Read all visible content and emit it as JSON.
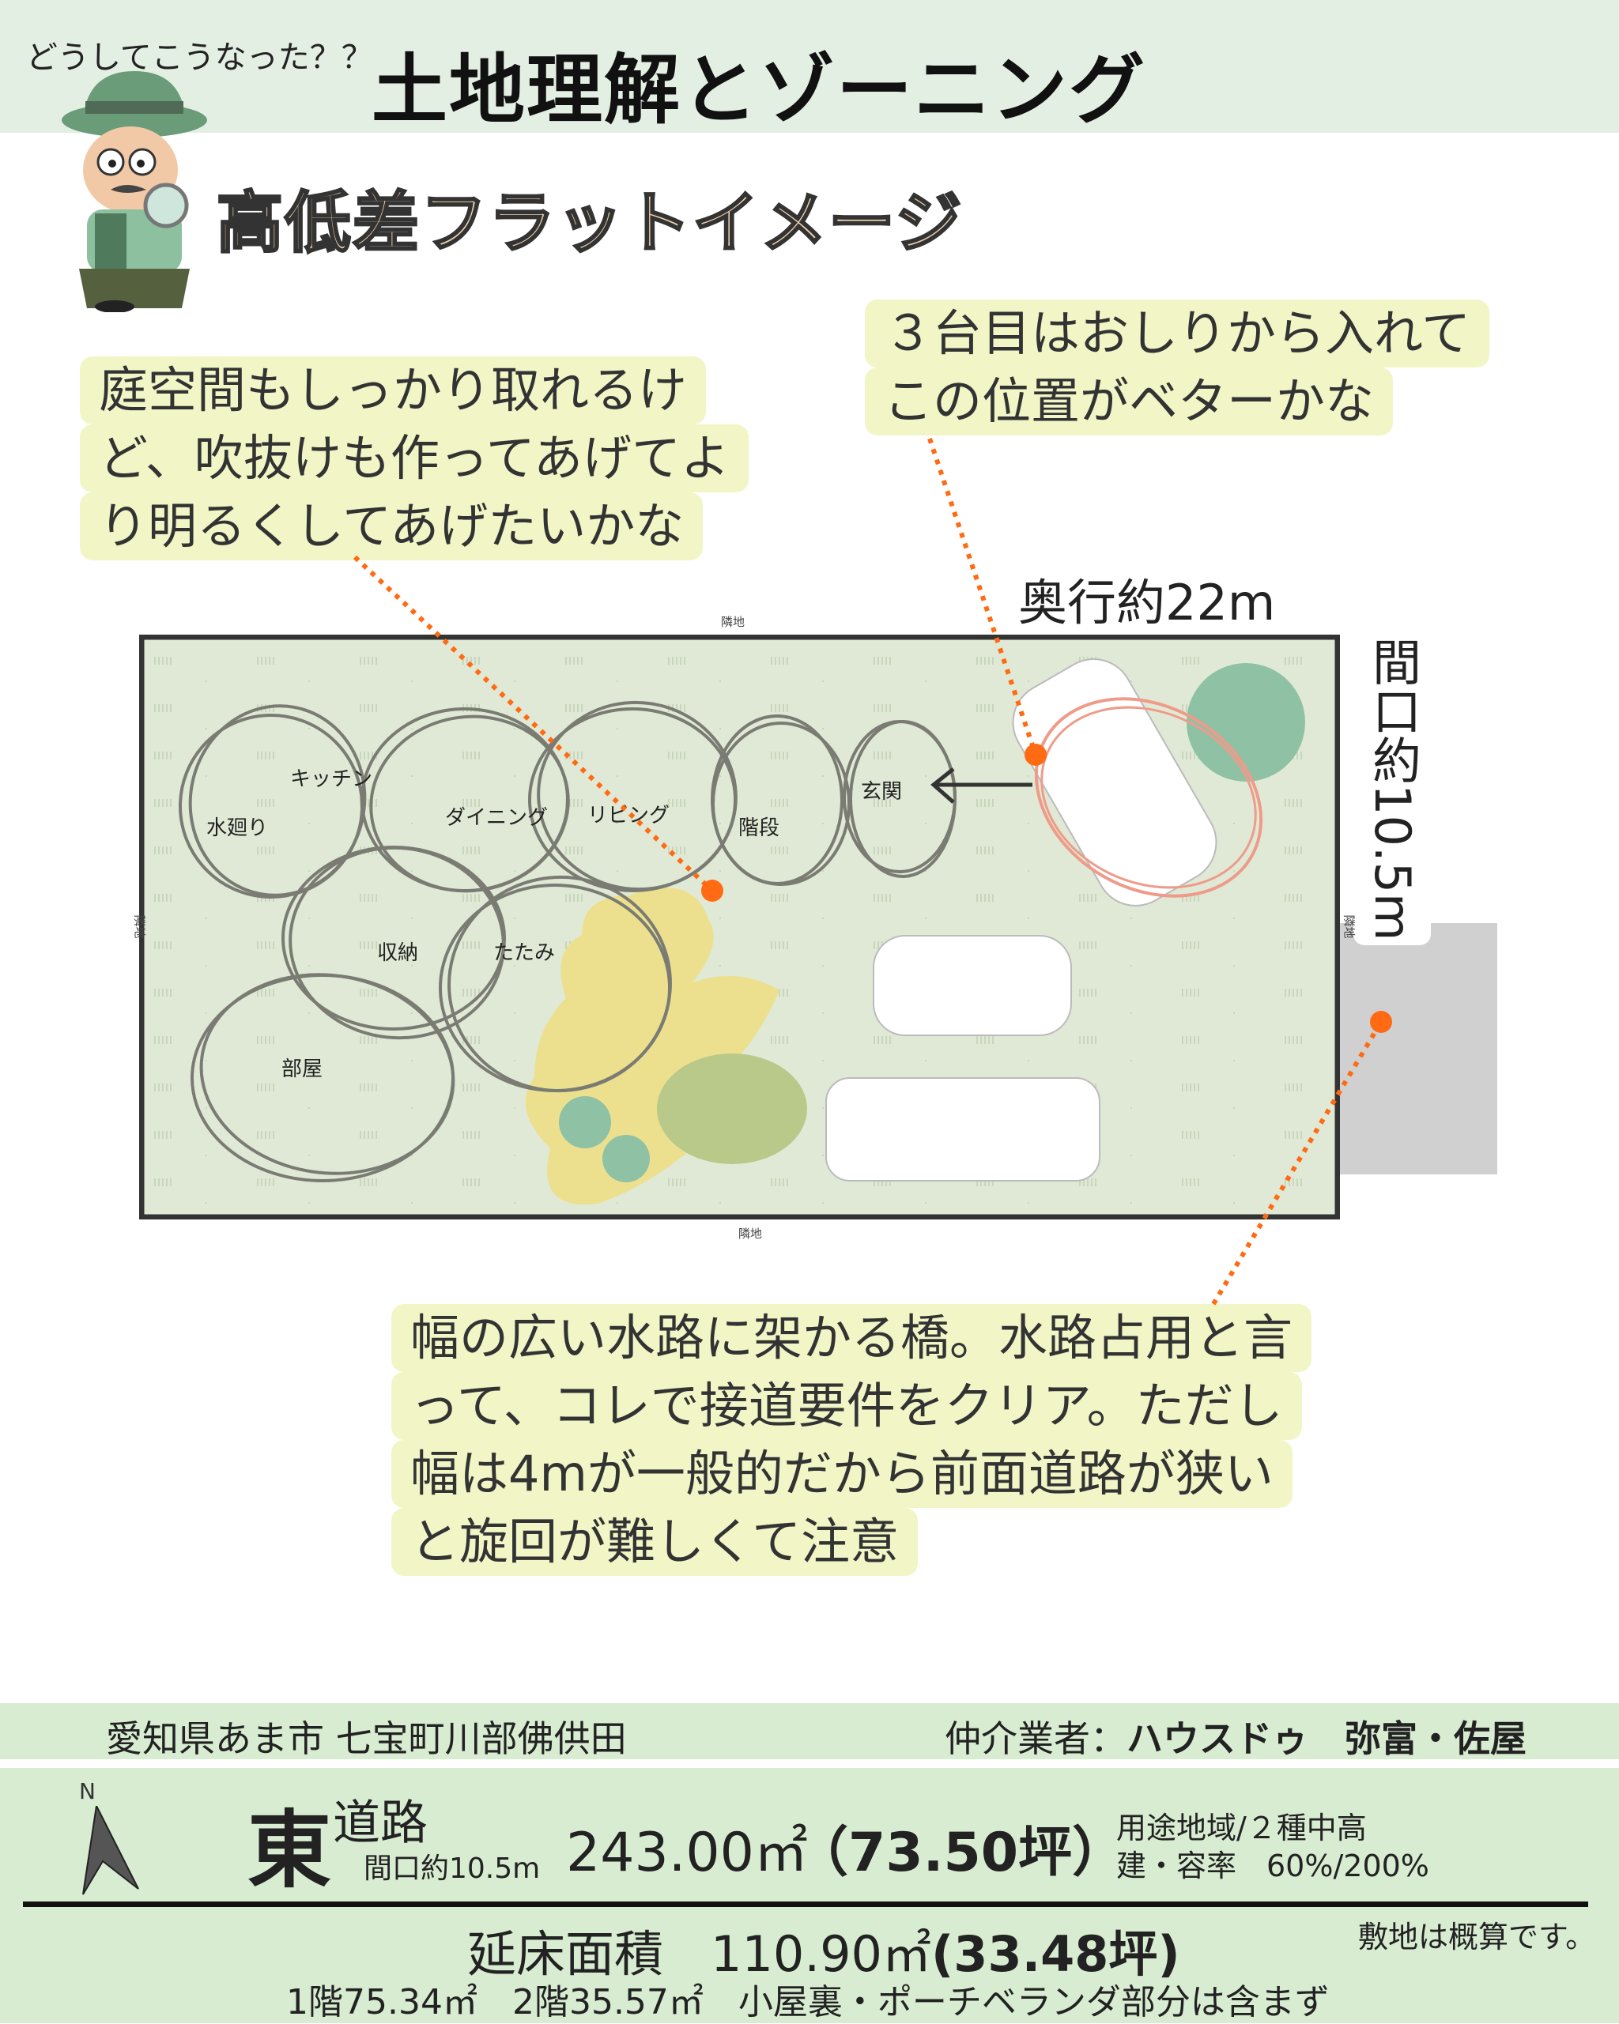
{
  "header": {
    "kicker": "どうしてこうなった？？",
    "title": "土地理解とゾーニング",
    "subtitle": "高低差フラットイメージ"
  },
  "bubbles": {
    "garden": [
      "庭空間もしっかり取れるけ",
      "ど、吹抜けも作ってあげてよ",
      "り明るくしてあげたいかな"
    ],
    "parking": [
      "３台目はおしりから入れて",
      "この位置がベターかな"
    ],
    "bridge": [
      "幅の広い水路に架かる橋。水路占用と言",
      "って、コレで接道要件をクリア。ただし",
      "幅は4mが一般的だから前面道路が狭い",
      "と旋回が難しくて注意"
    ]
  },
  "plan": {
    "depth": "奥行約22m",
    "frontage": "間口約10.5m",
    "neighbor": "隣地",
    "rooms": {
      "water": "水廻り",
      "kitchen": "キッチン",
      "dining": "ダイニング",
      "living": "リビング",
      "stairs": "階段",
      "entrance": "玄関",
      "storage": "収納",
      "tatami": "たたみ",
      "room": "部屋"
    }
  },
  "footer": {
    "address": "愛知県あま市 七宝町川部佛供田",
    "broker_label": "仲介業者：",
    "broker_name": "ハウスドゥ　弥富・佐屋",
    "north": "N",
    "road_dir": "東",
    "road_label": "道路",
    "road_frontage": "間口約10.5m",
    "site_area": "243.00㎡",
    "site_tsubo": "（73.50坪）",
    "zoning": "用途地域/２種中高",
    "ratios": "建・容率　60%/200%",
    "floor_label": "延床面積",
    "floor_area": "110.90㎡",
    "floor_tsubo": "(33.48坪)",
    "note": "敷地は概算です。",
    "floors_detail": "1階75.34㎡　2階35.57㎡　小屋裏・ポーチベランダ部分は含まず"
  },
  "colors": {
    "accent": "#ff6a13",
    "band": "#d8ecd2",
    "bubble": "#f2f6c6",
    "plot": "#e0e9d5"
  }
}
